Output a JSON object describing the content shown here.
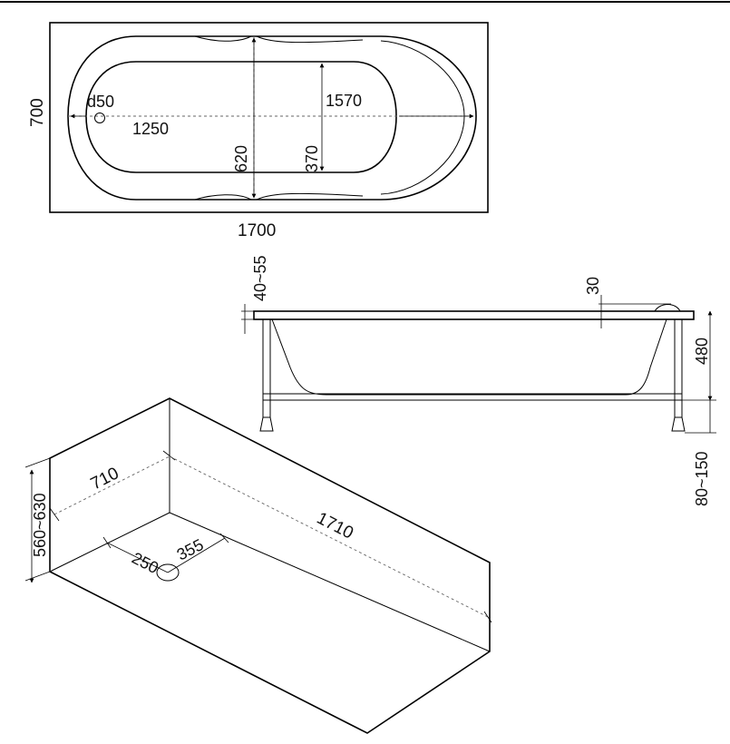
{
  "top_view": {
    "length_label": "1700",
    "width_label": "700",
    "drain_label": "d50",
    "inner_length_label": "1570",
    "bottom_length_label": "1250",
    "inner_width_label": "620",
    "bottom_width_label": "370"
  },
  "side_view": {
    "frame_gap_label": "40~55",
    "rim_label": "30",
    "depth_label": "480",
    "leg_label": "80~150"
  },
  "niche_view": {
    "width_label": "710",
    "height_label": "560~630",
    "length_label": "1710",
    "drain_offset_label": "250",
    "drain_from_wall_label": "355"
  }
}
